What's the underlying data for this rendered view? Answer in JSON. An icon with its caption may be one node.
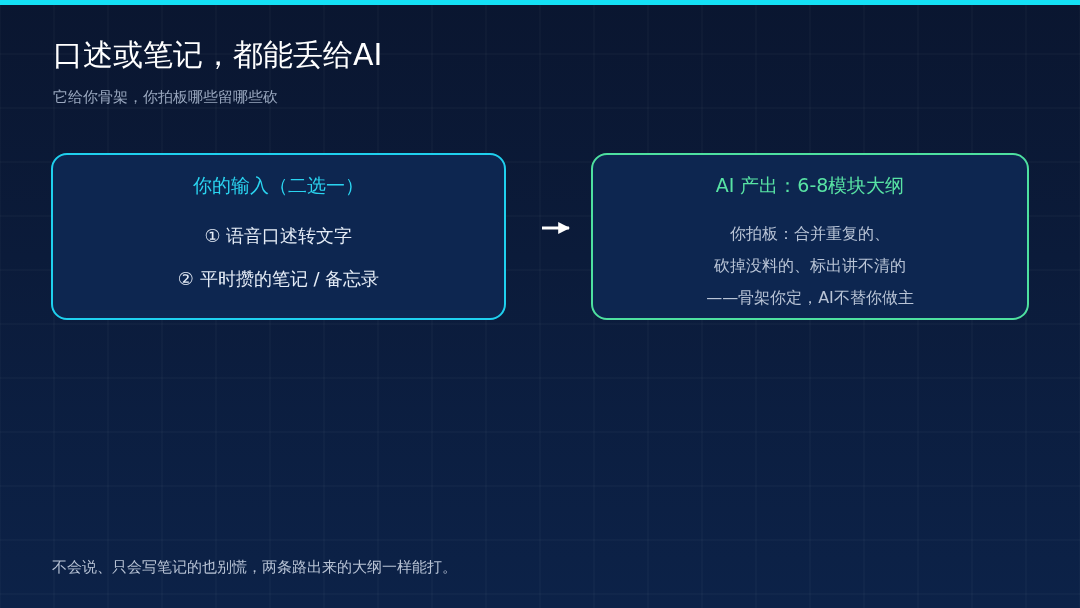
{
  "diagram": {
    "title": "口述或笔记，都能丢给AI",
    "nodes": [
      {
        "text": [
          "你的输入（二选一）",
          "① 语音口述转文字",
          "② 平时攒的笔记 / 备忘录"
        ]
      },
      {
        "text": [
          "AI 产出：6-8模块大纲",
          "你拍板：合并重复的、",
          "砍掉没料的、标出讲不清的",
          "——骨架你定，AI不替你做主"
        ]
      }
    ],
    "edges": [
      {
        "from": 0,
        "to": 1,
        "arrow": "to"
      }
    ],
    "labels": [
      "它给你骨架，你拍板哪些留哪些砍",
      "不会说、只会写笔记的也别慌，两条路出来的大纲一样能打。"
    ]
  }
}
